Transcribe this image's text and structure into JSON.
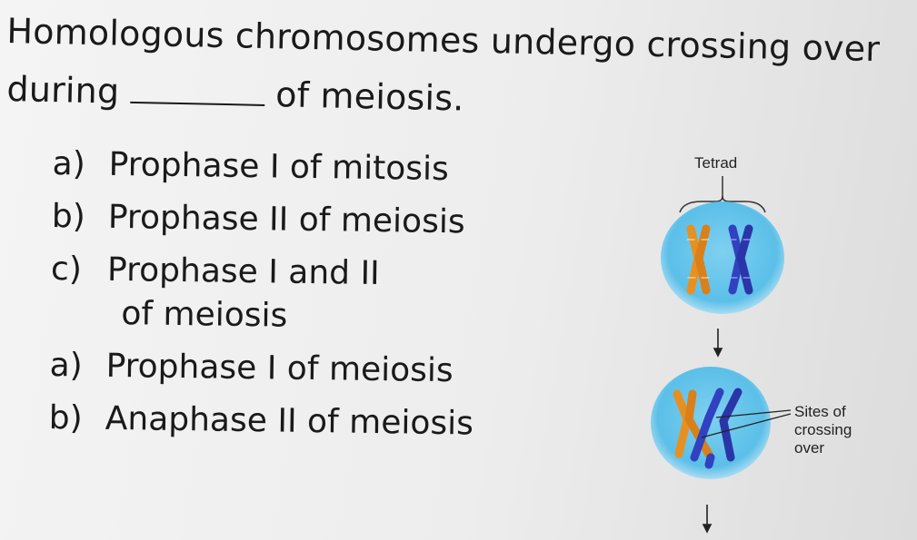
{
  "question": {
    "line1": "Homologous chromosomes undergo crossing over",
    "line2_before": "during",
    "line2_after": "of meiosis."
  },
  "options": [
    {
      "letter": "a)",
      "text": "Prophase I of mitosis"
    },
    {
      "letter": "b)",
      "text": "Prophase II of meiosis"
    },
    {
      "letter": "c)",
      "text": "Prophase I and II"
    },
    {
      "letter": "",
      "text": "of meiosis"
    },
    {
      "letter": "a)",
      "text": "Prophase I of meiosis"
    },
    {
      "letter": "b)",
      "text": "Anaphase II of meiosis"
    }
  ],
  "figure": {
    "tetrad_label": "Tetrad",
    "crossing_label_1": "Sites of",
    "crossing_label_2": "crossing",
    "crossing_label_3": "over",
    "colors": {
      "cell": "#5bbfe8",
      "cell_edge": "#a9dcf2",
      "chromosome_orange": "#e8901f",
      "chromosome_blue": "#2f3fb8"
    }
  }
}
